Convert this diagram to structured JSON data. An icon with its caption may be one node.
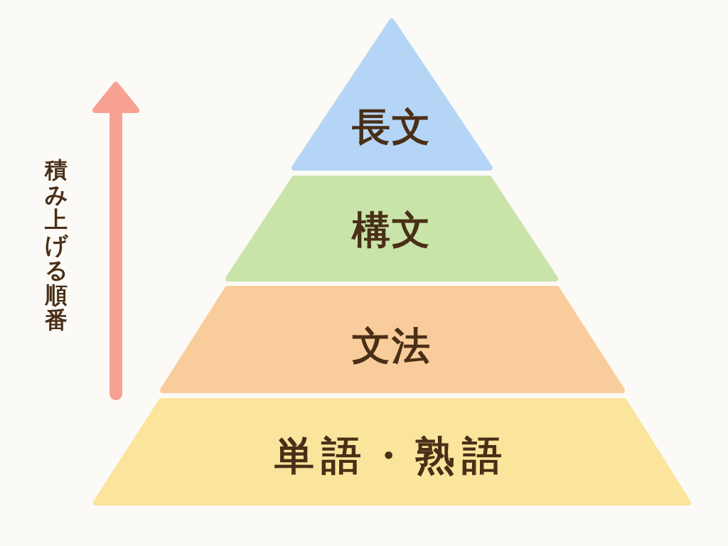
{
  "diagram": {
    "nodes": [
      {
        "text": [
          "長文"
        ]
      },
      {
        "text": [
          "構文"
        ]
      },
      {
        "text": [
          "文法"
        ]
      },
      {
        "text": [
          "単語・熟語"
        ]
      }
    ],
    "labels": [
      "積み上げる順番"
    ]
  }
}
